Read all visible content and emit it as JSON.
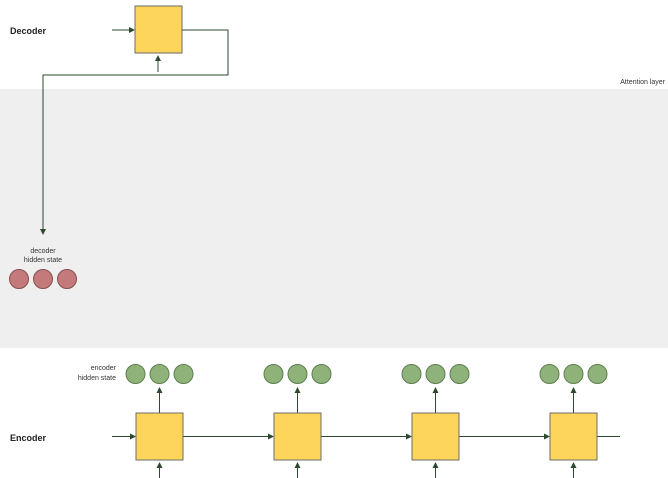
{
  "labels": {
    "decoder": "Decoder",
    "encoder": "Encoder",
    "attention_layer": "Attention layer",
    "decoder_hidden_line1": "decoder",
    "decoder_hidden_line2": "hidden state",
    "encoder_hidden_line1": "encoder",
    "encoder_hidden_line2": "hidden state"
  },
  "colors": {
    "background": "#ffffff",
    "attention_band": "#efefef",
    "cell_fill": "#fdd55b",
    "cell_stroke": "#6b6b6b",
    "arrow": "#2e4a2e",
    "decoder_hidden_fill": "#c47a7a",
    "decoder_hidden_stroke": "#8a4f4f",
    "encoder_hidden_fill": "#8fb27a",
    "encoder_hidden_stroke": "#5e7f4e"
  },
  "diagram": {
    "decoder_cells": 1,
    "encoder_cells": 4,
    "decoder_hidden_units": 3,
    "encoder_hidden_units_per_cell": 3
  }
}
